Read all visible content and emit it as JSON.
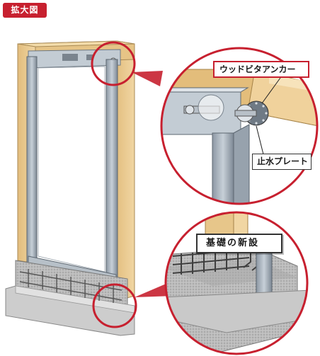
{
  "header": {
    "tag_label": "拡大図"
  },
  "callouts": {
    "anchor_label": "ウッドビタアンカー",
    "plate_label": "止水プレート",
    "foundation_label": "基礎の新設"
  },
  "colors": {
    "accent_red": "#c7202f",
    "wood": "#e9c98f",
    "steel": "#a9b4bf",
    "concrete": "#b9b9b9"
  }
}
